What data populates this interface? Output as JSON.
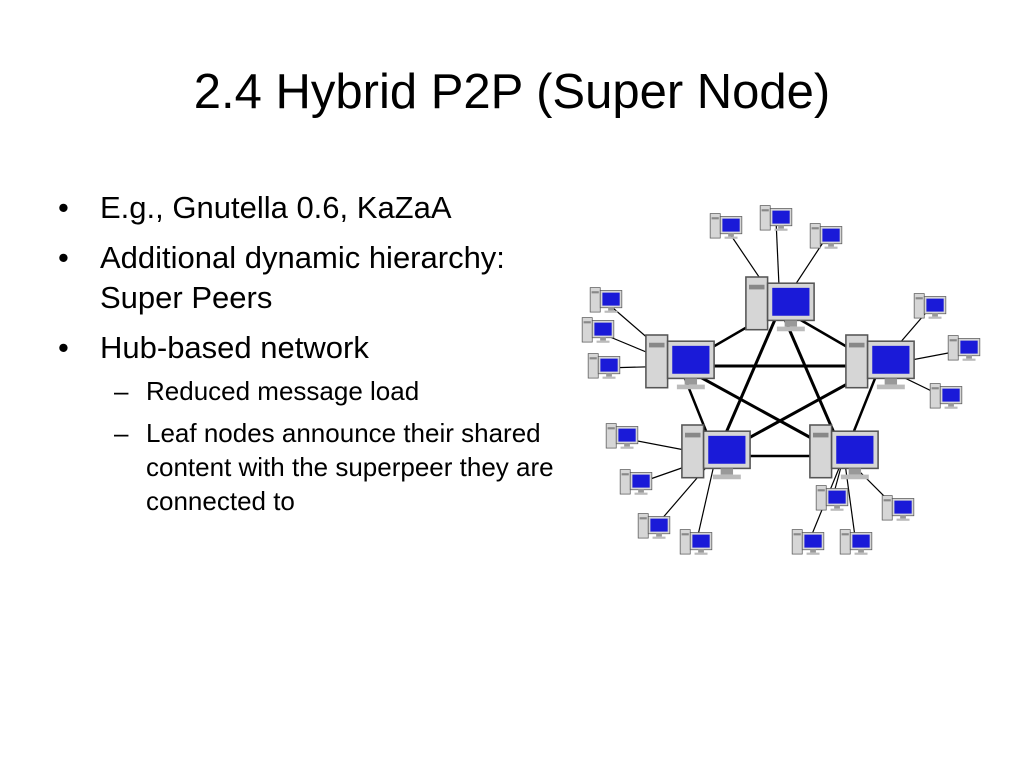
{
  "slide": {
    "title": "2.4 Hybrid P2P (Super Node)",
    "bullets": [
      {
        "text": "E.g., Gnutella 0.6, KaZaA"
      },
      {
        "text": "Additional dynamic hierarchy: Super Peers"
      },
      {
        "text": "Hub-based network"
      }
    ],
    "sub_bullets": [
      {
        "text": "Reduced message load"
      },
      {
        "text": "Leaf nodes announce their shared content with the superpeer they are connected to"
      }
    ],
    "bullet_mark": "•",
    "sub_bullet_mark": "–"
  },
  "diagram": {
    "super_node_count": 5,
    "leaf_node_count": 17,
    "screen_color": "#1a1ad8",
    "case_color": "#d6d6d6",
    "line_color": "#000000"
  }
}
